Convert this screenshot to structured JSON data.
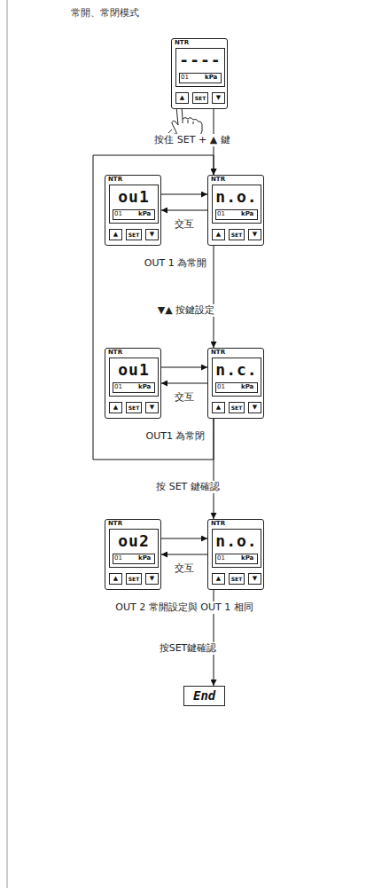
{
  "diagram": {
    "title": "常開、常閉模式",
    "nodes": [
      {
        "text": [
          "NTR",
          "----",
          "01",
          "kPa",
          "▲",
          "SET",
          "▼"
        ]
      },
      {
        "text": [
          "NTR",
          "ou1",
          "01",
          "kPa",
          "▲",
          "SET",
          "▼"
        ]
      },
      {
        "text": [
          "NTR",
          "n.o.",
          "01",
          "kPa",
          "▲",
          "SET",
          "▼"
        ]
      },
      {
        "text": [
          "NTR",
          "ou1",
          "01",
          "kPa",
          "▲",
          "SET",
          "▼"
        ]
      },
      {
        "text": [
          "NTR",
          "n.c.",
          "01",
          "kPa",
          "▲",
          "SET",
          "▼"
        ]
      },
      {
        "text": [
          "NTR",
          "ou2",
          "01",
          "kPa",
          "▲",
          "SET",
          "▼"
        ]
      },
      {
        "text": [
          "NTR",
          "n.o.",
          "01",
          "kPa",
          "▲",
          "SET",
          "▼"
        ]
      },
      {
        "text": [
          "End"
        ]
      }
    ],
    "edges": [
      {
        "from": 0,
        "to": 2,
        "arrow": "to",
        "label": "按住 SET + ▲ 鍵"
      },
      {
        "from": 1,
        "to": 2,
        "arrow": "to"
      },
      {
        "from": 2,
        "to": 1,
        "arrow": "to"
      },
      {
        "from": 2,
        "to": 4,
        "arrow": "to",
        "label": "▼▲ 按鍵設定"
      },
      {
        "from": 3,
        "to": 4,
        "arrow": "to"
      },
      {
        "from": 4,
        "to": 3,
        "arrow": "to"
      },
      {
        "from": 4,
        "to": 2,
        "arrow": "to"
      },
      {
        "from": 4,
        "to": 6,
        "arrow": "to",
        "label": "按 SET 鍵確認"
      },
      {
        "from": 5,
        "to": 6,
        "arrow": "to"
      },
      {
        "from": 6,
        "to": 5,
        "arrow": "to"
      },
      {
        "from": 6,
        "to": 7,
        "arrow": "to",
        "label": "按SET鍵確認"
      }
    ],
    "labels": [
      "交互",
      "OUT 1 為常開",
      "交互",
      "OUT1 為常閉",
      "交互",
      "OUT 2 常開設定與 OUT 1 相同"
    ]
  }
}
